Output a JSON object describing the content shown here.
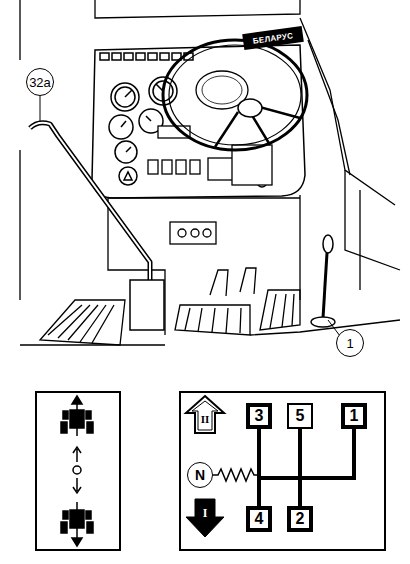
{
  "diagram": {
    "nodes": [
      {
        "text": [
          "32a"
        ]
      },
      {
        "text": [
          "1"
        ]
      },
      {
        "text": [
          "3"
        ]
      },
      {
        "text": [
          "5"
        ]
      },
      {
        "text": [
          "1"
        ]
      },
      {
        "text": [
          "N"
        ]
      },
      {
        "text": [
          "4"
        ]
      },
      {
        "text": [
          "2"
        ]
      }
    ],
    "edges": [
      {
        "from": 2,
        "to": 6,
        "arrow": "none"
      },
      {
        "from": 3,
        "to": 7,
        "arrow": "none"
      },
      {
        "from": 4,
        "to": 7,
        "arrow": "none"
      }
    ],
    "labels": [
      "БЕЛАРУС",
      "II",
      "I"
    ]
  }
}
